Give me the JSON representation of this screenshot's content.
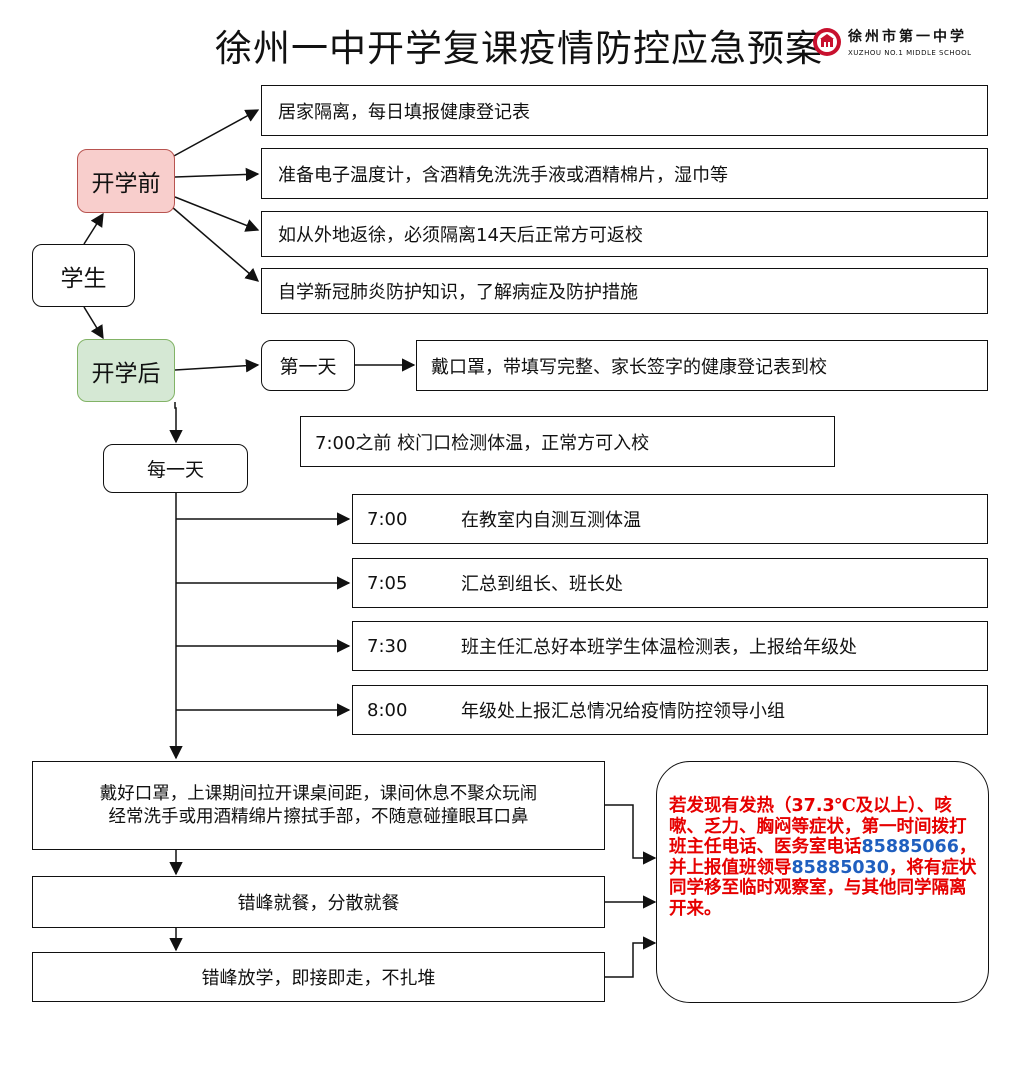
{
  "title": "徐州一中开学复课疫情防控应急预案",
  "logo": {
    "name": "徐州市第一中学",
    "subtitle": "XUZHOU NO.1 MIDDLE SCHOOL",
    "icon": "school-seal-icon",
    "color": "#c8102e"
  },
  "student": "学生",
  "before": {
    "label": "开学前",
    "color": "#f8cecc",
    "border": "#b85450",
    "items": [
      "居家隔离，每日填报健康登记表",
      "准备电子温度计，含酒精免洗洗手液或酒精棉片，湿巾等",
      "如从外地返徐，必须隔离14天后正常方可返校",
      "自学新冠肺炎防护知识，了解病症及防护措施"
    ]
  },
  "after": {
    "label": "开学后",
    "color": "#d5e8d4",
    "border": "#82b366",
    "first_day": "第一天",
    "first_day_item": "戴口罩，带填写完整、家长签字的健康登记表到校",
    "every_day": "每一天",
    "gate_check": "7:00之前 校门口检测体温，正常方可入校",
    "schedule": [
      {
        "time": "7:00",
        "text": "在教室内自测互测体温"
      },
      {
        "time": "7:05",
        "text": "汇总到组长、班长处"
      },
      {
        "time": "7:30",
        "text": "班主任汇总好本班学生体温检测表，上报给年级处"
      },
      {
        "time": "8:00",
        "text": "年级处上报汇总情况给疫情防控领导小组"
      }
    ],
    "rules": [
      {
        "line1": "戴好口罩，上课期间拉开课桌间距，课间休息不聚众玩闹",
        "line2": "经常洗手或用酒精绵片擦拭手部，不随意碰撞眼耳口鼻"
      },
      {
        "line1": "错峰就餐，分散就餐"
      },
      {
        "line1": "错峰放学，即接即走，不扎堆"
      }
    ]
  },
  "alert": {
    "color": "#e60000",
    "phone_color": "#1f5fbf",
    "p1": "若发现有发热（",
    "temp": "37.3",
    "p2": "℃及以上）、咳嗽、乏力、胸闷等症状，第一时间拨打班主任电话、医务室电话",
    "phone1": "85885066",
    "p3": "，并上报值班领导",
    "phone2": "85885030",
    "p4": "，将有症状同学移至临时观察室，与其他同学隔离开来。"
  }
}
